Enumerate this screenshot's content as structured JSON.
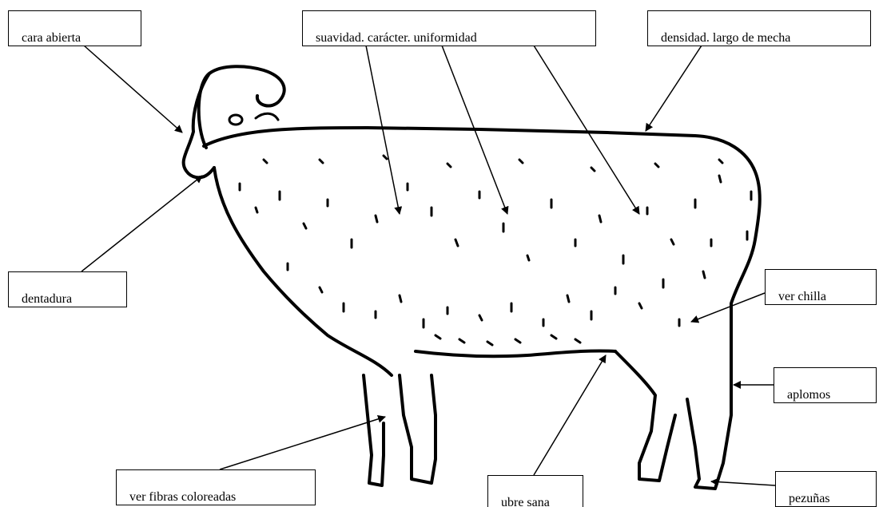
{
  "labels": {
    "cara_abierta": "cara abierta",
    "suavidad": "suavidad. carácter. uniformidad",
    "densidad": "densidad. largo de mecha",
    "dentadura": "dentadura",
    "ver_chilla": "ver chilla",
    "aplomos": "aplomos",
    "ver_fibras": "ver fibras coloreadas",
    "ubre_sana": "ubre sana",
    "pezunas": "pezuñas"
  },
  "colors": {
    "ink": "#000000",
    "background": "#ffffff"
  },
  "icons": {
    "subject": "sheep-illustration",
    "pointer": "arrow-pointer"
  }
}
